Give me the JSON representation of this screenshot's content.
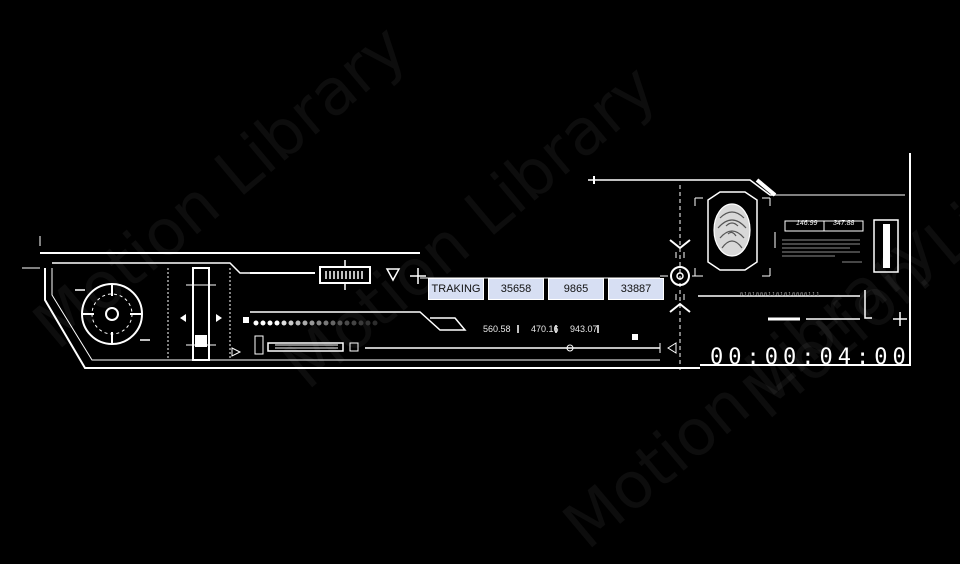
{
  "tracking": {
    "label": "TRAKING",
    "values": [
      "35658",
      "9865",
      "33887"
    ]
  },
  "readouts": [
    "560.58",
    "470.16",
    "943.07"
  ],
  "id_values": [
    "146.99",
    "347.88"
  ],
  "binary_strip": "01010001101010000111",
  "timer": "00:00:04:00",
  "watermark": "Motion Library"
}
